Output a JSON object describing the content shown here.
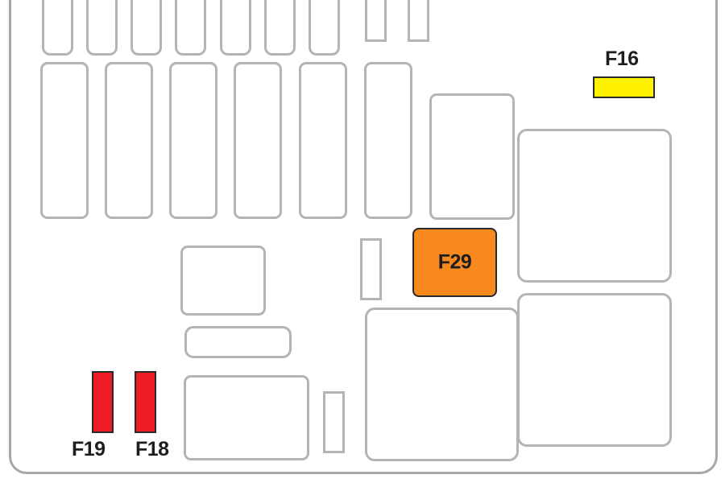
{
  "diagram": {
    "type": "fuse-box-layout",
    "colors": {
      "outline": "#b4b4b6",
      "fuse_yellow": "#fff200",
      "fuse_orange": "#f7891f",
      "fuse_red": "#ed1c24",
      "label": "#1e1e1e"
    },
    "highlighted_fuses": [
      {
        "id": "F16",
        "label": "F16",
        "color": "yellow"
      },
      {
        "id": "F29",
        "label": "F29",
        "color": "orange"
      },
      {
        "id": "F19",
        "label": "F19",
        "color": "red"
      },
      {
        "id": "F18",
        "label": "F18",
        "color": "red"
      }
    ]
  }
}
